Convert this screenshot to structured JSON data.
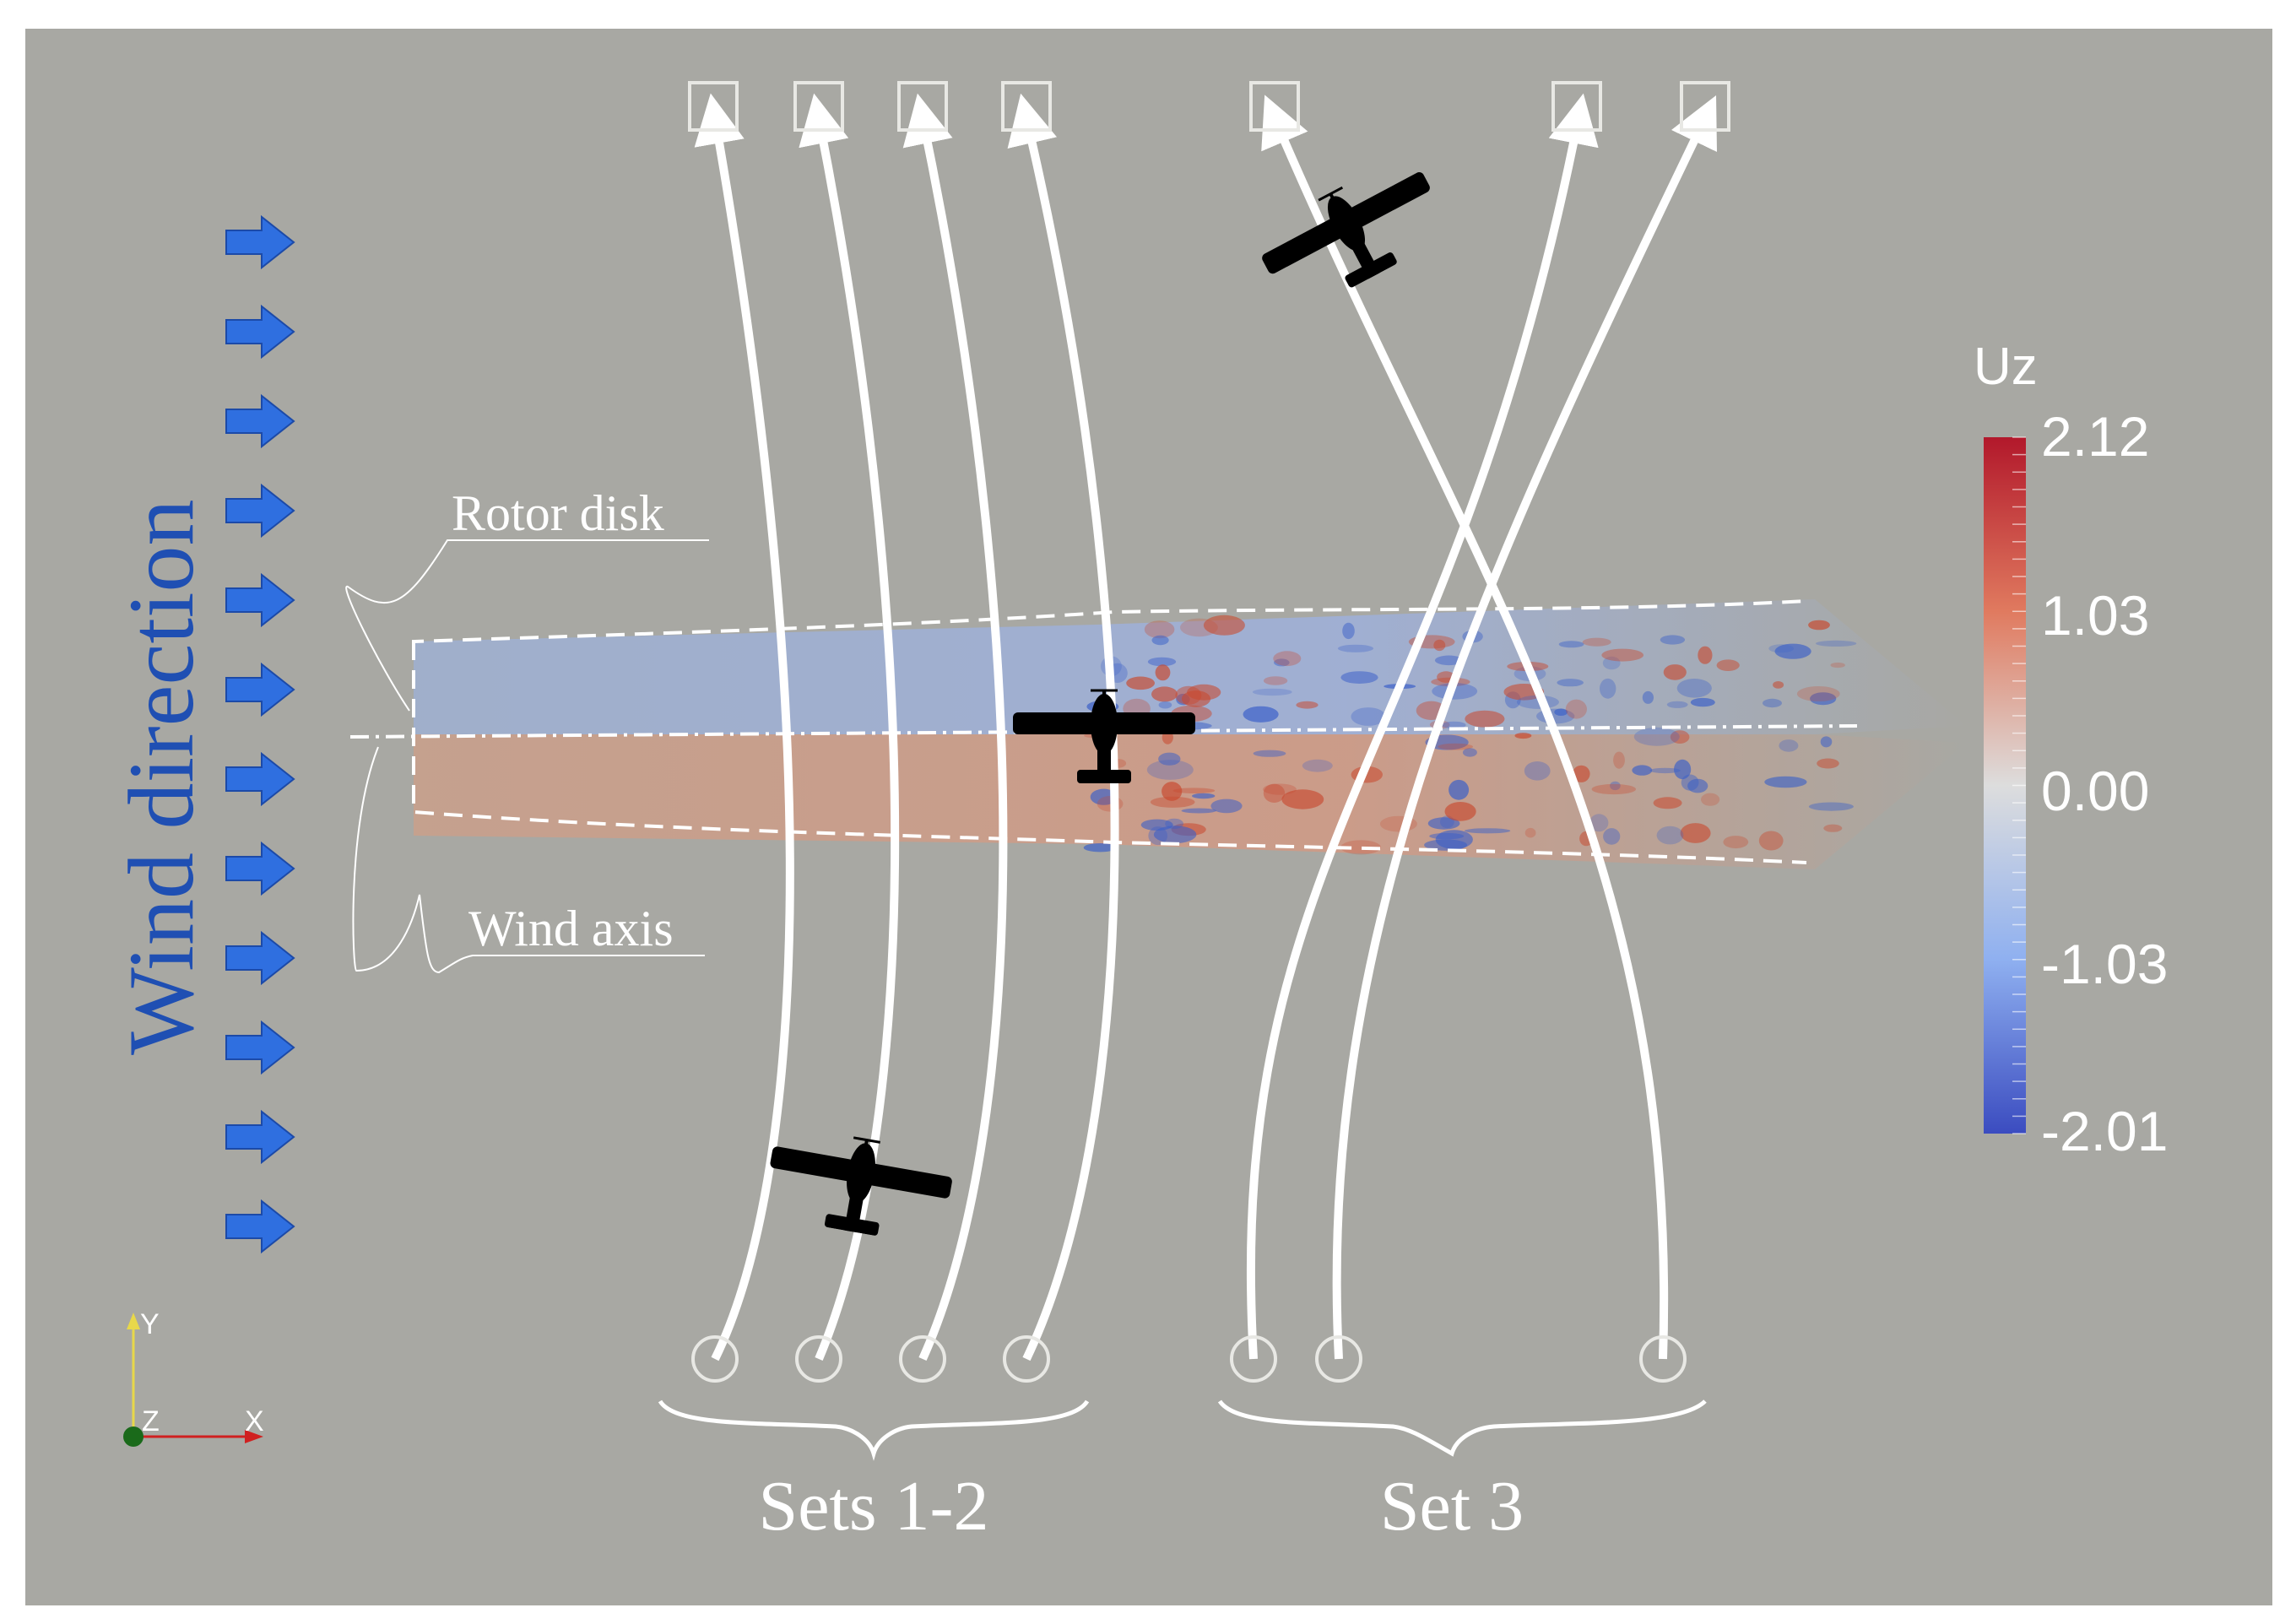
{
  "labels": {
    "wind_direction": "Wind direction",
    "rotor_disk": "Rotor disk",
    "wind_axis": "Wind axis",
    "sets_12": "Sets 1-2",
    "set_3": "Set 3"
  },
  "colorbar": {
    "title": "Uz",
    "ticks": [
      "2.12",
      "1.03",
      "0.00",
      "-1.03",
      "-2.01"
    ],
    "max_color": "#b2182b",
    "mid_color": "#dddddd",
    "min_color": "#3b4cc0"
  },
  "axes_triad": {
    "y": "Y",
    "z": "Z",
    "x": "X"
  },
  "colors": {
    "background": "#a8a8a3",
    "arrow_blue": "#2f6fe0",
    "wind_label": "#1f4fb3",
    "path_white": "#ffffff",
    "aircraft": "#000000"
  },
  "flight_paths": {
    "sets_12_count": 4,
    "set_3_count": 3
  }
}
